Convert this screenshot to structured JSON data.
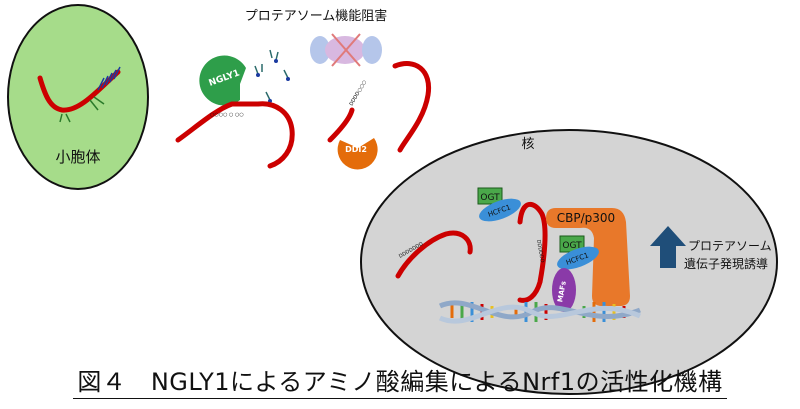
{
  "labels": {
    "cytosol": "小胞体",
    "nucleus": "核",
    "proteasome_inhibition": "プロテアソーム機能阻害",
    "ngly1": "NGLY1",
    "ddi2": "DDI2",
    "ogt": "OGT",
    "hcfc1": "HCFC1",
    "cbp": "CBP/p300",
    "mafs": "MAFs",
    "induction_line1": "プロテアソーム",
    "induction_line2": "遺伝子発現誘導"
  },
  "caption": "図４　NGLY1によるアミノ酸編集によるNrf1の活性化機構",
  "colors": {
    "cell_fill": "#a6dc8a",
    "nucleus_fill": "#d4d4d4",
    "nrf1": "#cc0000",
    "ngly1": "#2e9e4a",
    "ddi2": "#e46c0a",
    "ogt": "#4aa84a",
    "hcfc1": "#3a8fd8",
    "cbp": "#e8782a",
    "mafs": "#8a3aa8",
    "arrow": "#1f4e79"
  }
}
